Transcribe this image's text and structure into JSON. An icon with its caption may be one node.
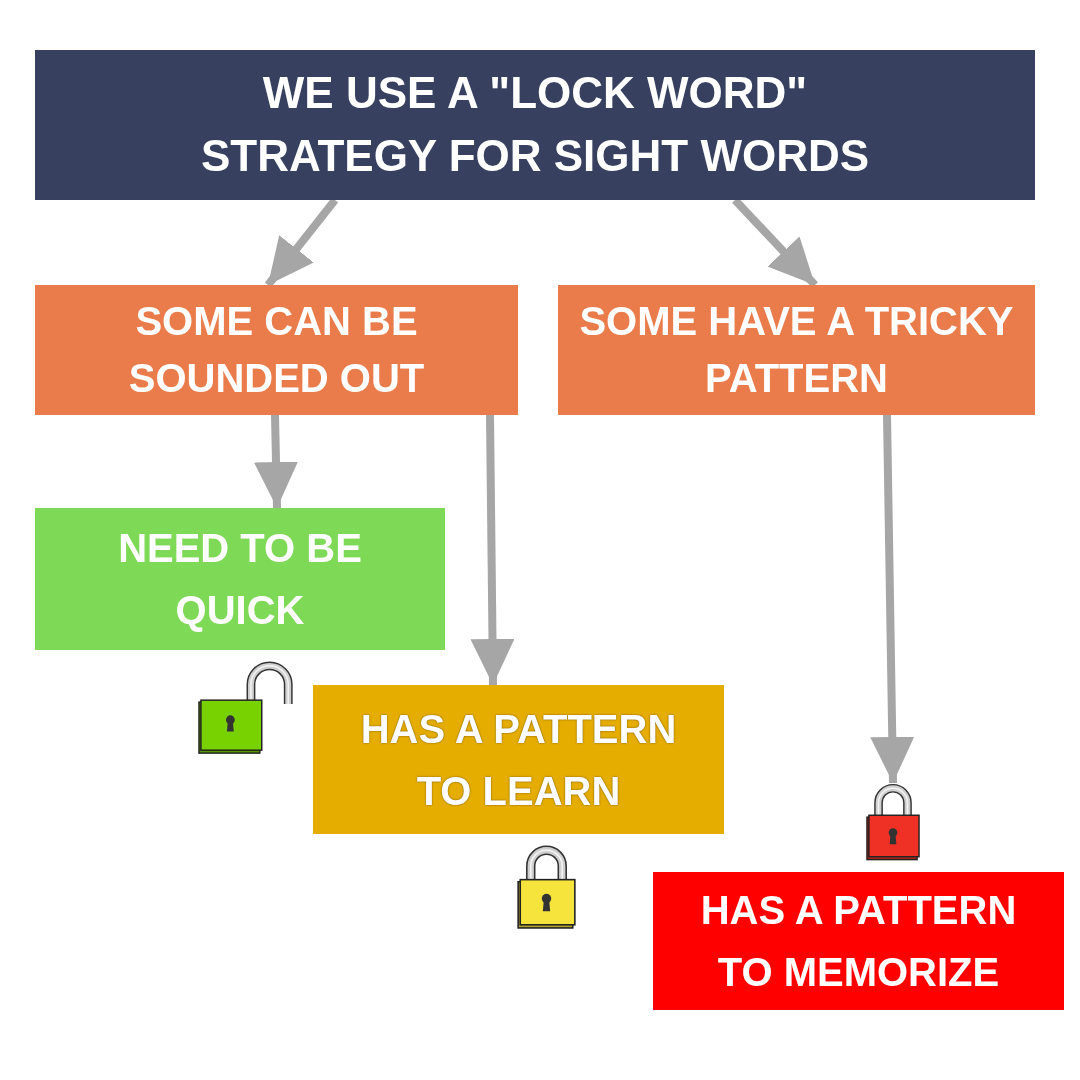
{
  "diagram": {
    "nodes": [
      {
        "text": [
          "WE USE A \"LOCK WORD\" STRATEGY FOR SIGHT WORDS"
        ]
      },
      {
        "text": [
          "SOME CAN BE SOUNDED OUT"
        ]
      },
      {
        "text": [
          "SOME HAVE A TRICKY PATTERN"
        ]
      },
      {
        "text": [
          "NEED TO BE QUICK"
        ]
      },
      {
        "text": [
          "HAS A PATTERN TO LEARN"
        ]
      },
      {
        "text": [],
        "shape": "picture"
      },
      {
        "text": [
          "HAS A PATTERN TO MEMORIZE"
        ]
      }
    ],
    "edges": [
      {
        "from": 0,
        "to": 1,
        "arrow": "to"
      },
      {
        "from": 0,
        "to": 2,
        "arrow": "to"
      },
      {
        "from": 1,
        "to": 3,
        "arrow": "to"
      },
      {
        "from": 1,
        "to": 4,
        "arrow": "to"
      },
      {
        "from": 2,
        "to": 5,
        "arrow": "to"
      }
    ]
  }
}
